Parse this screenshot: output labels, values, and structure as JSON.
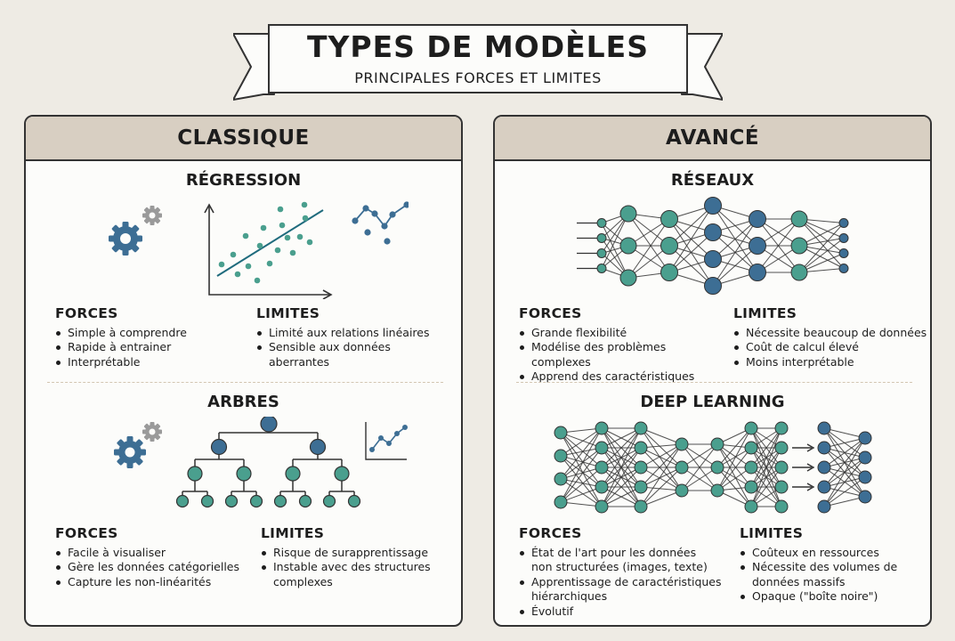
{
  "banner": {
    "title": "TYPES DE MODÈLES",
    "subtitle": "PRINCIPALES FORCES ET LIMITES"
  },
  "colors": {
    "background": "#eeebe4",
    "panel_header": "#d8cfc2",
    "node_blue": "#3d6e94",
    "node_teal": "#4a9f8e",
    "gear_gray": "#9a9a9a",
    "divider": "#d3c6b2"
  },
  "classic": {
    "header": "CLASSIQUE",
    "regression": {
      "title": "RÉGRESSION",
      "icons": [
        "gear-icon",
        "scatter-plot-icon",
        "line-chart-icon"
      ],
      "forces_label": "FORCES",
      "forces": [
        "Simple à comprendre",
        "Rapide à entrainer",
        "Interprétable"
      ],
      "limits_label": "LIMITES",
      "limits": [
        "Limité aux relations linéaires",
        "Sensible aux données aberrantes"
      ]
    },
    "trees": {
      "title": "ARBRES",
      "icons": [
        "gear-icon",
        "tree-diagram-icon",
        "line-chart-icon"
      ],
      "forces_label": "FORCES",
      "forces": [
        "Facile à visualiser",
        "Gère les données catégorielles",
        "Capture les non-linéarités"
      ],
      "limits_label": "LIMITES",
      "limits": [
        "Risque de surapprentissage",
        "Instable avec des structures complexes"
      ]
    }
  },
  "advanced": {
    "header": "AVANCÉ",
    "networks": {
      "title": "RÉSEAUX",
      "icons": [
        "neural-network-icon"
      ],
      "forces_label": "FORCES",
      "forces": [
        "Grande flexibilité",
        "Modélise des problèmes complexes",
        "Apprend des caractéristiques"
      ],
      "limits_label": "LIMITES",
      "limits": [
        "Nécessite beaucoup de données",
        "Coût de calcul élevé",
        "Moins interprétable"
      ]
    },
    "deep_learning": {
      "title": "DEEP LEARNING",
      "icons": [
        "deep-neural-network-icon"
      ],
      "forces_label": "FORCES",
      "forces": [
        "État de l'art pour les données non structurées (images, texte)",
        "Apprentissage de caractéristiques hiérarchiques",
        "Évolutif"
      ],
      "limits_label": "LIMITES",
      "limits": [
        "Coûteux en ressources",
        "Nécessite des volumes de données massifs",
        "Opaque (\"boîte noire\")"
      ]
    }
  }
}
